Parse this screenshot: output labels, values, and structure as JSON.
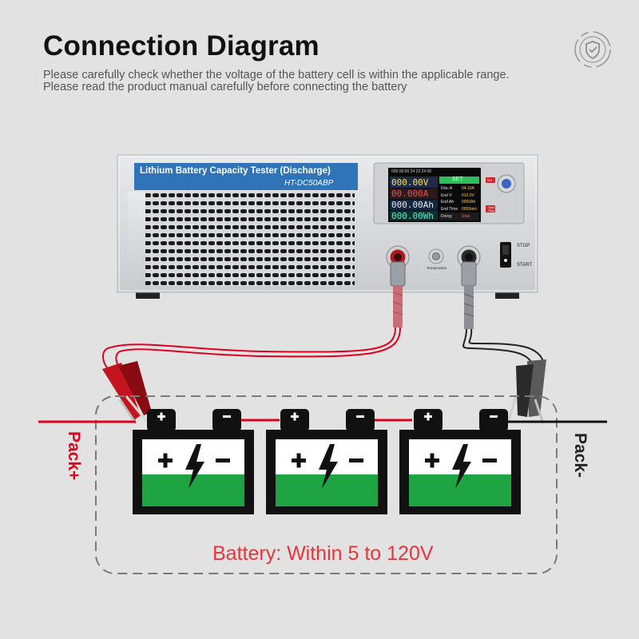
{
  "header": {
    "title": "Connection Diagram",
    "subtitle_line1": "Please carefully check whether the voltage of the battery cell is within the applicable range.",
    "subtitle_line2": "Please read the product manual carefully before connecting the battery"
  },
  "badge": {
    "icon": "shield-check-icon"
  },
  "device": {
    "name_label": "Lithium Battery Capacity Tester (Discharge)",
    "model": "HT-DC50ABP",
    "temperature_label": "Temperature",
    "stop_label": "STOP",
    "start_label": "START",
    "colors": {
      "body": "#dcdee2",
      "label_bar": "#2f73b9",
      "screen": "#0a0a0a"
    }
  },
  "display": {
    "topbar": "000:00:00  24  23  24  00",
    "voltage": "000.00V",
    "current": "00.000A",
    "capacity": "000.00Ah",
    "energy": "000.00Wh",
    "set_label": "SET",
    "rows": [
      {
        "label": "Disc A",
        "value": "04.10A"
      },
      {
        "label": "End V",
        "value": "010.0V"
      },
      {
        "label": "End Ah",
        "value": "0000Ah"
      },
      {
        "label": "End Time",
        "value": "0000min"
      }
    ],
    "doing_label": "Doing:",
    "doing_value": "Stop",
    "set_button": "Set",
    "start_stop_button": "Start Stop"
  },
  "wiring": {
    "pack_pos_label": "Pack+",
    "pack_neg_label": "Pack-",
    "battery_note": "Battery: Within 5 to 120V",
    "battery_count": 3,
    "colors": {
      "positive": "#e0001b",
      "negative": "#111111",
      "battery_fill": "#1fa443"
    }
  }
}
